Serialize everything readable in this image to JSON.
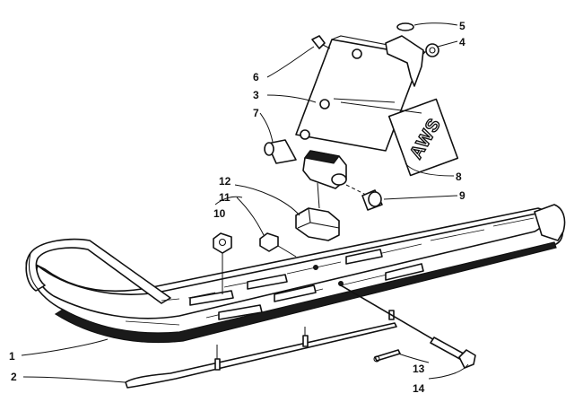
{
  "decal": {
    "text": "AWS"
  },
  "callouts": [
    {
      "id": "c1",
      "label": "1"
    },
    {
      "id": "c2",
      "label": "2"
    },
    {
      "id": "c3",
      "label": "3"
    },
    {
      "id": "c4",
      "label": "4"
    },
    {
      "id": "c5",
      "label": "5"
    },
    {
      "id": "c6",
      "label": "6"
    },
    {
      "id": "c7",
      "label": "7"
    },
    {
      "id": "c8",
      "label": "8"
    },
    {
      "id": "c9",
      "label": "9"
    },
    {
      "id": "c10",
      "label": "10"
    },
    {
      "id": "c11",
      "label": "11"
    },
    {
      "id": "c12",
      "label": "12"
    },
    {
      "id": "c13",
      "label": "13"
    },
    {
      "id": "c14",
      "label": "14"
    }
  ]
}
